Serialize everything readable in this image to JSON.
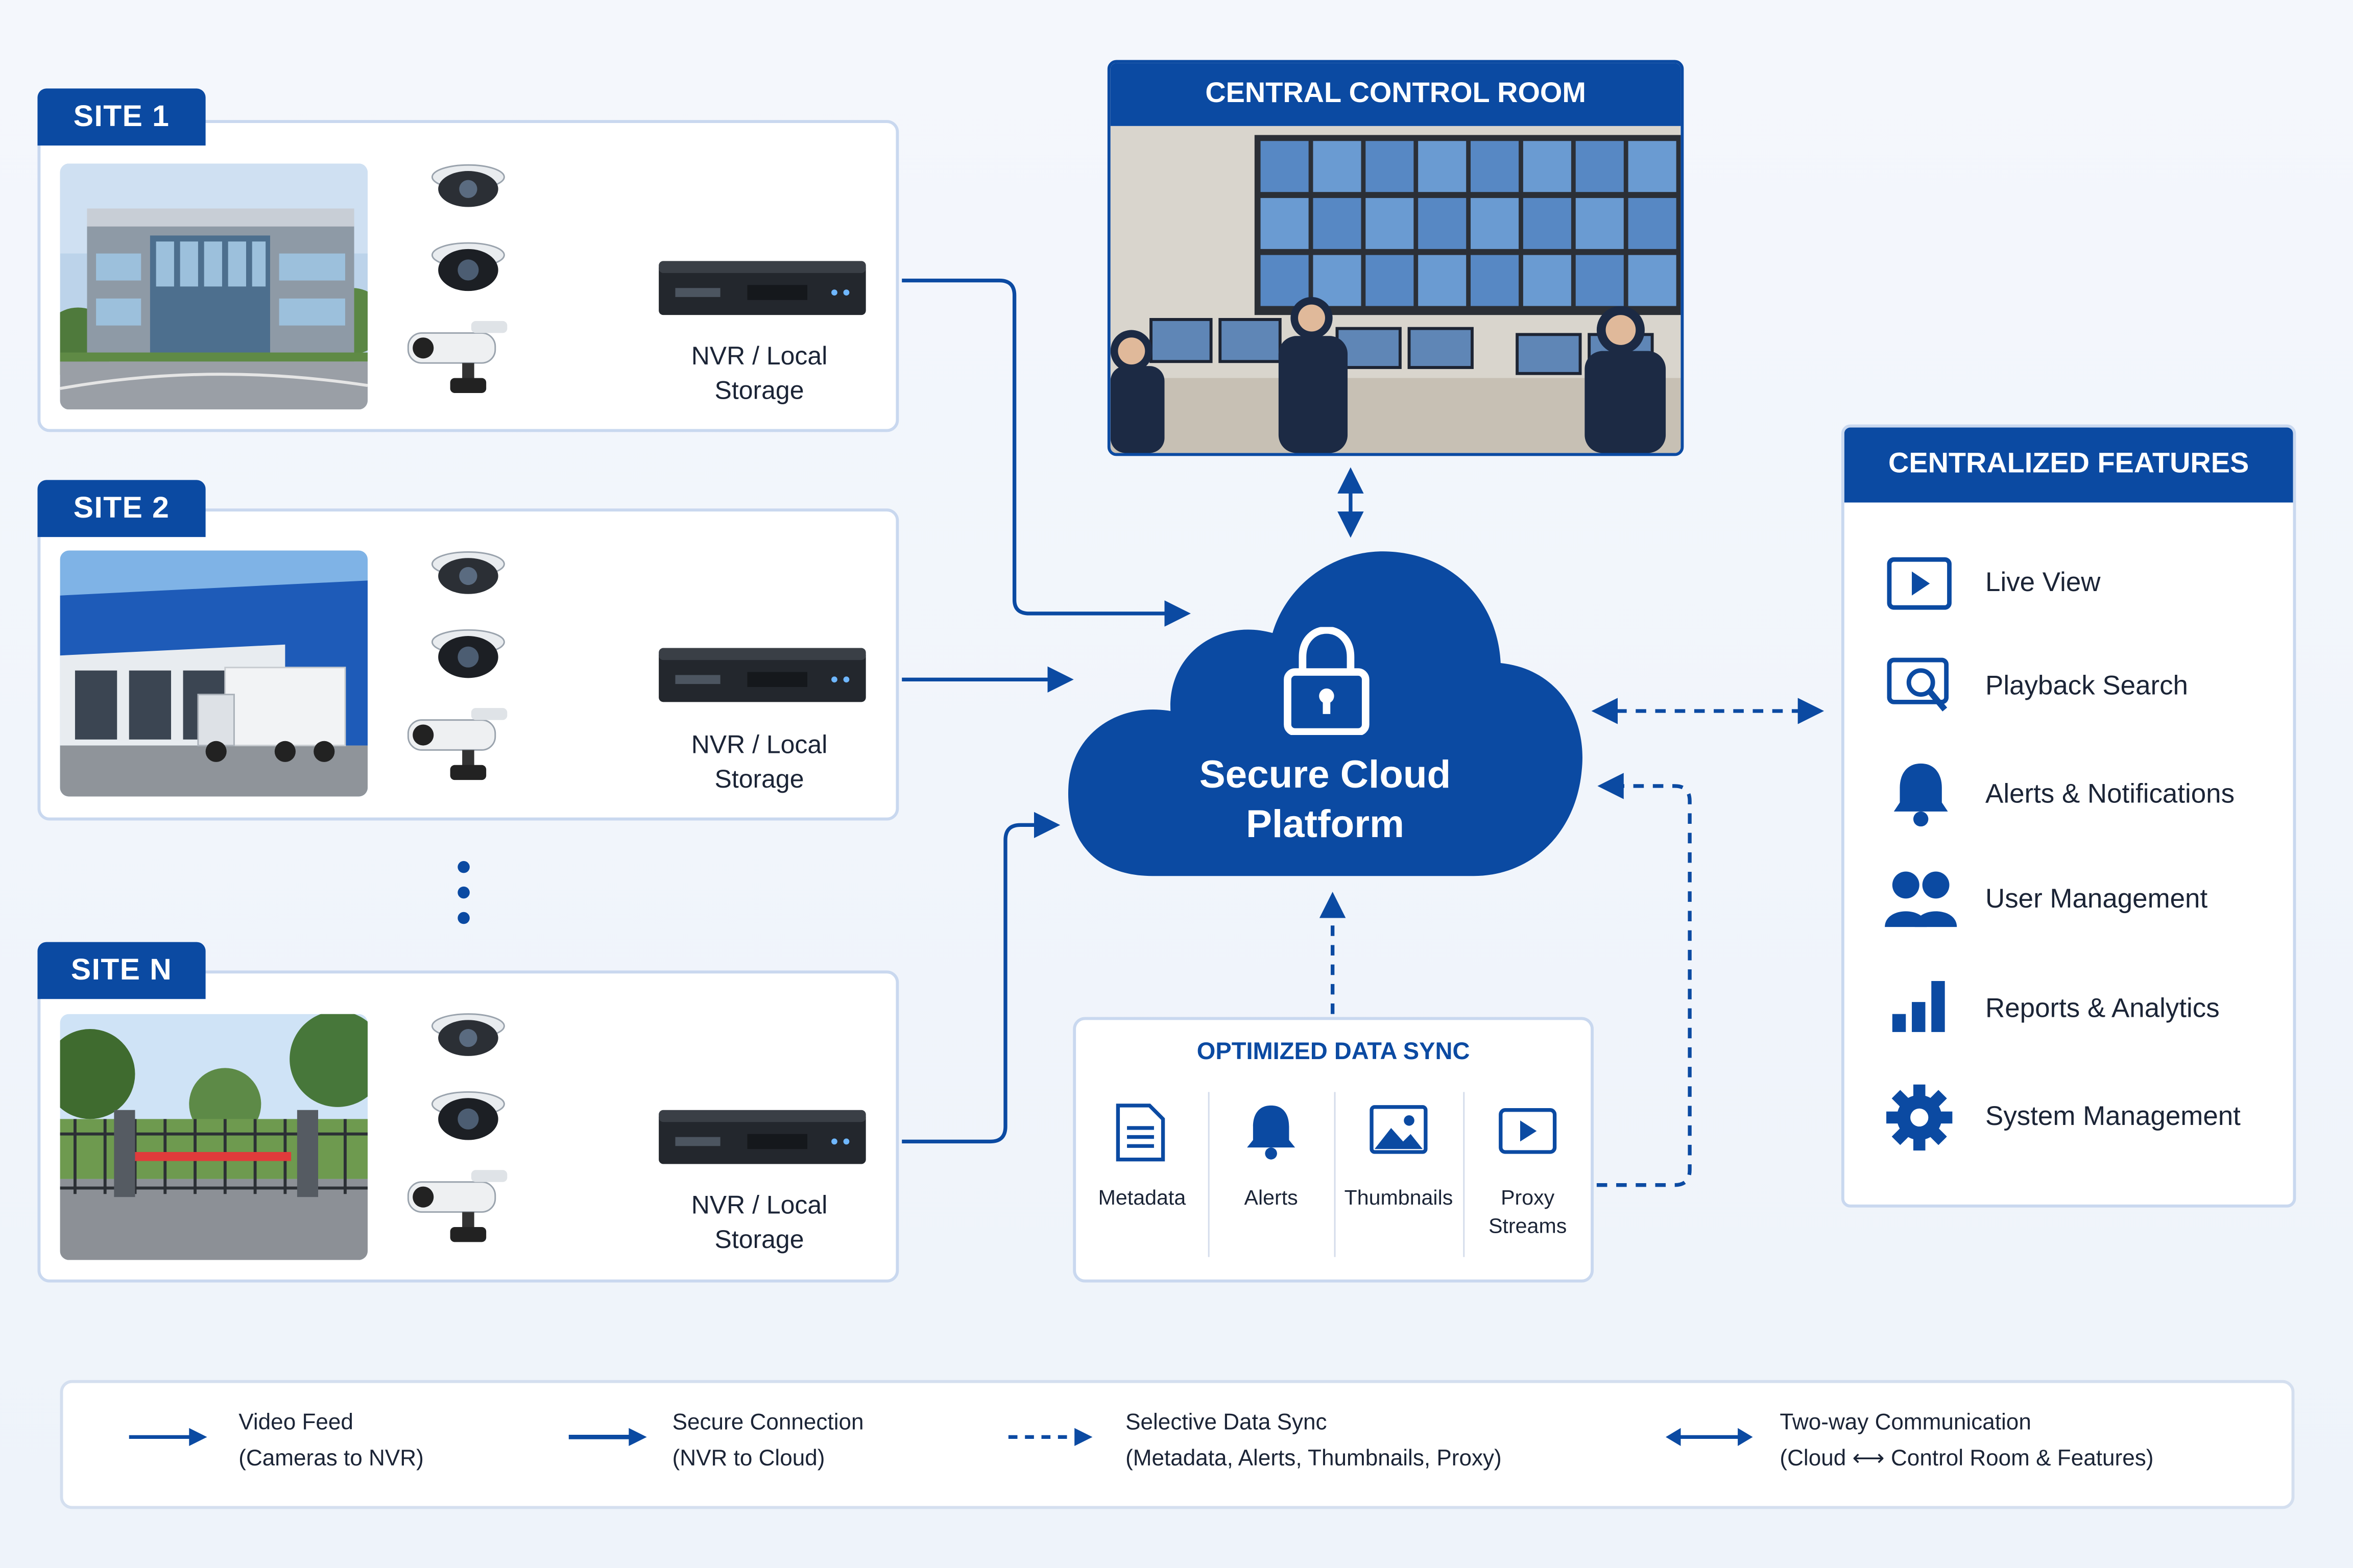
{
  "sites": [
    {
      "tab": "SITE 1",
      "nvr_label": [
        "NVR / Local",
        "Storage"
      ]
    },
    {
      "tab": "SITE 2",
      "nvr_label": [
        "NVR / Local",
        "Storage"
      ]
    },
    {
      "tab": "SITE N",
      "nvr_label": [
        "NVR / Local",
        "Storage"
      ]
    }
  ],
  "control_room": {
    "title": "CENTRAL CONTROL ROOM"
  },
  "cloud": {
    "line1": "Secure Cloud",
    "line2": "Platform"
  },
  "features": {
    "title": "CENTRALIZED FEATURES",
    "items": [
      {
        "label": "Live View",
        "icon": "play-icon"
      },
      {
        "label": "Playback Search",
        "icon": "search-screen-icon"
      },
      {
        "label": "Alerts & Notifications",
        "icon": "bell-icon"
      },
      {
        "label": "User Management",
        "icon": "users-icon"
      },
      {
        "label": "Reports & Analytics",
        "icon": "bar-chart-icon"
      },
      {
        "label": "System Management",
        "icon": "gear-icon"
      }
    ]
  },
  "sync": {
    "title": "OPTIMIZED DATA SYNC",
    "items": [
      {
        "label": "Metadata",
        "icon": "document-icon"
      },
      {
        "label": "Alerts",
        "icon": "bell-icon"
      },
      {
        "label": "Thumbnails",
        "icon": "image-icon"
      },
      {
        "label": "Proxy Streams",
        "icon": "video-icon"
      }
    ]
  },
  "legend": [
    {
      "line1": "Video Feed",
      "line2": "(Cameras to NVR)"
    },
    {
      "line1": "Secure Connection",
      "line2": "(NVR to Cloud)"
    },
    {
      "line1": "Selective Data Sync",
      "line2": "(Metadata, Alerts, Thumbnails, Proxy)"
    },
    {
      "line1": "Two-way Communication",
      "line2": "(Cloud ⟷ Control Room & Features)"
    }
  ],
  "colors": {
    "primary": "#0b4aa2",
    "panel_border": "#c9d8ef",
    "background": "#f2f6fb"
  }
}
